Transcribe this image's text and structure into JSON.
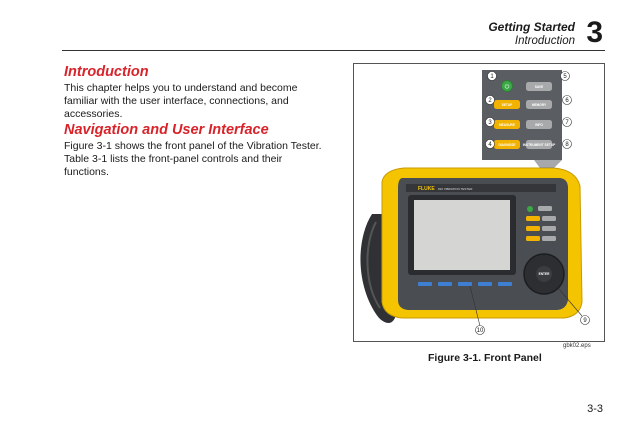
{
  "header": {
    "title": "Getting Started",
    "subtitle": "Introduction",
    "chapter": "3"
  },
  "intro": {
    "heading": "Introduction",
    "text": "This chapter helps you to understand and become familiar with the user interface, connections, and accessories."
  },
  "nav": {
    "heading": "Navigation and User Interface",
    "text": "Figure 3-1 shows the front panel of the Vibration Tester. Table 3-1 lists the front-panel controls and their functions."
  },
  "figure": {
    "caption": "Figure 3-1. Front Panel",
    "source": "gbk02.eps",
    "callouts": [
      "1",
      "2",
      "3",
      "4",
      "5",
      "6",
      "7",
      "8",
      "9",
      "10"
    ],
    "buttons": {
      "save": "SAVE",
      "setup": "SETUP",
      "memory": "MEMORY",
      "measure": "MEASURE",
      "info": "INFO",
      "diagnose": "DIAGNOSE",
      "instrument_setup": "INSTRUMENT SETUP",
      "enter": "ENTER"
    },
    "brand": "FLUKE",
    "model": "810 VIBRATION TESTER",
    "colors": {
      "body": "#f5c400",
      "panel": "#4a4d52",
      "screen": "#d5d6d3",
      "green": "#3aa845",
      "yellow_btn": "#f2b200",
      "gray_btn": "#a8a9ab"
    }
  },
  "page_number": "3-3"
}
